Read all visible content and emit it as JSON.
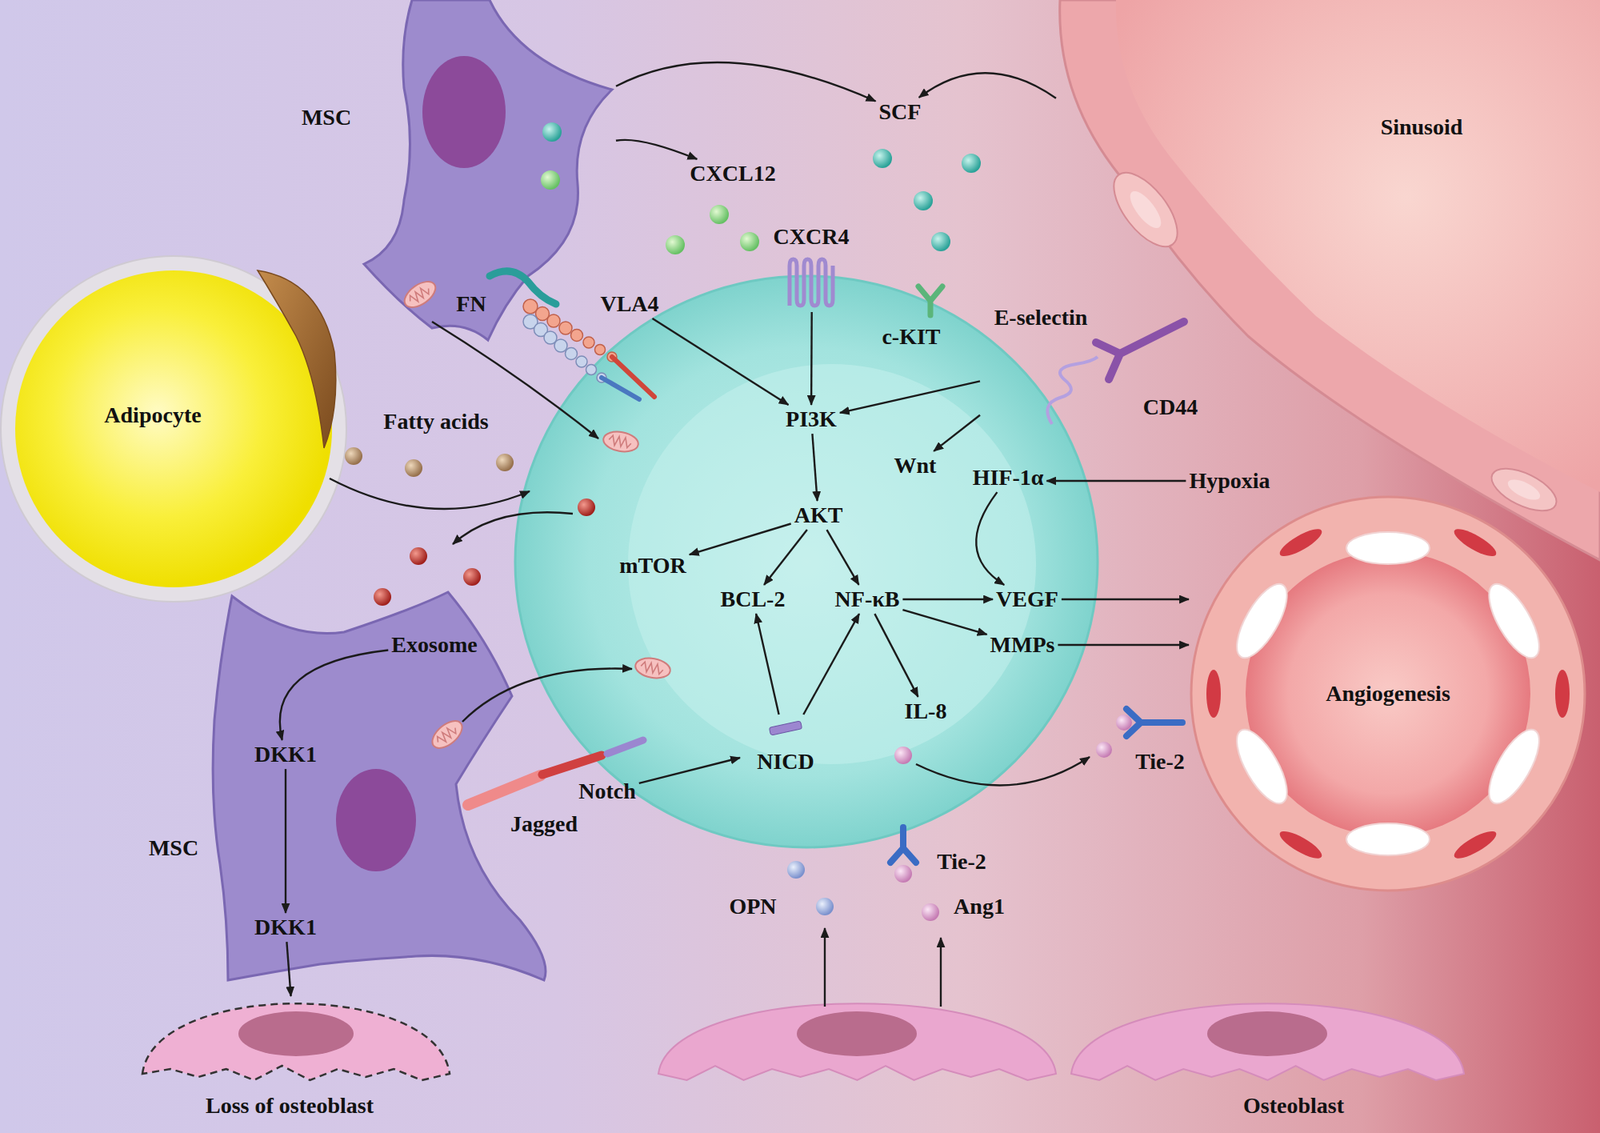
{
  "diagram": {
    "nodes": [
      {
        "text": [
          "MSC"
        ]
      },
      {
        "text": [
          "SCF"
        ]
      },
      {
        "text": [
          "Sinusoid"
        ]
      },
      {
        "text": [
          "CXCL12"
        ]
      },
      {
        "text": [
          "CXCR4"
        ]
      },
      {
        "text": [
          "FN"
        ],
        "in": 0
      },
      {
        "text": [
          "VLA4"
        ]
      },
      {
        "text": [
          "c-KIT"
        ]
      },
      {
        "text": [
          "E-selectin"
        ]
      },
      {
        "text": [
          "Adipocyte"
        ]
      },
      {
        "text": [
          "Fatty acids"
        ]
      },
      {
        "text": [
          "CD44"
        ]
      },
      {
        "text": [
          "PI3K"
        ]
      },
      {
        "text": [
          "Wnt"
        ]
      },
      {
        "text": [
          "HIF-1α"
        ]
      },
      {
        "text": [
          "Hypoxia"
        ]
      },
      {
        "text": [
          "AKT"
        ]
      },
      {
        "text": [
          "mTOR"
        ]
      },
      {
        "text": [
          "BCL-2"
        ]
      },
      {
        "text": [
          "NF-κB"
        ]
      },
      {
        "text": [
          "VEGF"
        ]
      },
      {
        "text": [
          "MMPs"
        ]
      },
      {
        "text": [
          "Exosome"
        ]
      },
      {
        "text": [
          "Angiogenesis"
        ]
      },
      {
        "text": [
          "IL-8"
        ]
      },
      {
        "text": [
          "MSC"
        ]
      },
      {
        "text": [
          "DKK1"
        ],
        "in": 25
      },
      {
        "text": [
          "NICD"
        ]
      },
      {
        "text": [
          "Tie-2"
        ]
      },
      {
        "text": [
          "Notch"
        ]
      },
      {
        "text": [
          "Jagged"
        ]
      },
      {
        "text": [
          "Tie-2"
        ]
      },
      {
        "text": [
          "DKK1"
        ],
        "in": 25
      },
      {
        "text": [
          "OPN"
        ]
      },
      {
        "text": [
          "Ang1"
        ]
      },
      {
        "text": [
          "Loss of osteoblast"
        ]
      },
      {
        "text": [
          "Osteoblast"
        ]
      }
    ],
    "edges": [
      {
        "from": 0,
        "to": 1,
        "arrow": "to"
      },
      {
        "from": 2,
        "to": 1,
        "arrow": "to"
      },
      {
        "from": 0,
        "to": 3,
        "arrow": "to"
      },
      {
        "from": 4,
        "to": 12,
        "arrow": "to"
      },
      {
        "from": 6,
        "to": 12,
        "arrow": "to"
      },
      {
        "from": 8,
        "to": 12,
        "arrow": "to"
      },
      {
        "from": 8,
        "to": 13,
        "arrow": "to"
      },
      {
        "from": 15,
        "to": 14,
        "arrow": "to"
      },
      {
        "from": 14,
        "to": 20,
        "arrow": "to"
      },
      {
        "from": 12,
        "to": 16,
        "arrow": "to"
      },
      {
        "from": 16,
        "to": 17,
        "arrow": "to"
      },
      {
        "from": 16,
        "to": 18,
        "arrow": "to"
      },
      {
        "from": 16,
        "to": 19,
        "arrow": "to"
      },
      {
        "from": 19,
        "to": 20,
        "arrow": "to"
      },
      {
        "from": 19,
        "to": 21,
        "arrow": "to"
      },
      {
        "from": 19,
        "to": 24,
        "arrow": "to"
      },
      {
        "from": 20,
        "to": 23,
        "arrow": "to"
      },
      {
        "from": 21,
        "to": 23,
        "arrow": "to"
      },
      {
        "from": 27,
        "to": 18,
        "arrow": "to"
      },
      {
        "from": 27,
        "to": 19,
        "arrow": "to"
      },
      {
        "from": 29,
        "to": 27,
        "arrow": "to"
      },
      {
        "from": 22,
        "to": 26,
        "arrow": "to"
      },
      {
        "from": 26,
        "to": 32,
        "arrow": "to"
      },
      {
        "from": 32,
        "to": 35,
        "arrow": "to"
      }
    ]
  }
}
